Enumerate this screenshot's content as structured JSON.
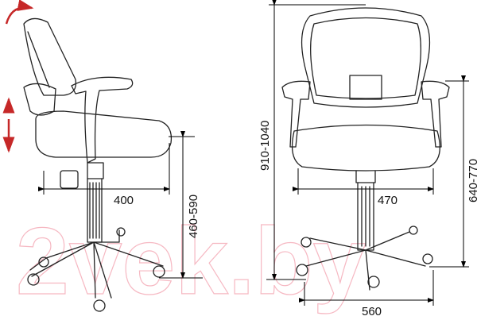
{
  "watermark": "2vek.by",
  "dimensions": {
    "side_depth": "400",
    "seat_height": "460-590",
    "total_height": "910-1040",
    "seat_width": "470",
    "armrest_height": "640-770",
    "base_width": "560"
  },
  "colors": {
    "arrow_accent": "#c62828",
    "watermark": "#f4a7b4",
    "lines": "#222222"
  }
}
